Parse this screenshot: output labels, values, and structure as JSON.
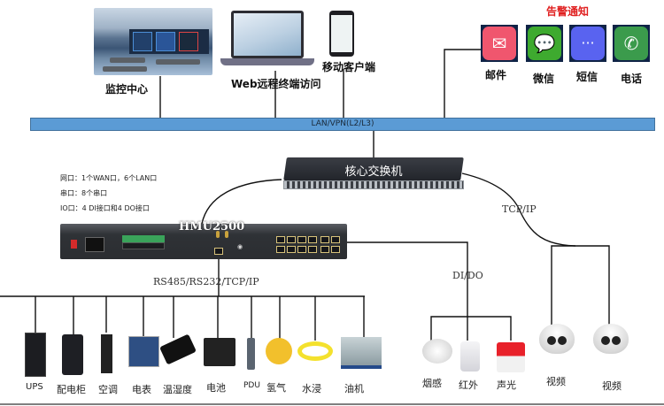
{
  "top": {
    "monitoring_center": "监控中心",
    "web_remote_access": "Web远程终端访问",
    "mobile_client": "移动客户端"
  },
  "alerts": {
    "title": "告警通知",
    "items": [
      {
        "label": "邮件",
        "icon": "mail-icon",
        "color": "#f0566e"
      },
      {
        "label": "微信",
        "icon": "wechat-icon",
        "color": "#3eaa2f"
      },
      {
        "label": "短信",
        "icon": "sms-icon",
        "color": "#5963f0"
      },
      {
        "label": "电话",
        "icon": "phone-icon",
        "color": "#3b9b4c"
      }
    ]
  },
  "network": {
    "lan_label": "LAN/VPN(L2/L3)",
    "core_switch": "核心交换机",
    "tcpip_label": "TCP/IP",
    "dido_label": "DI/DO",
    "bus_label": "RS485/RS232/TCP/IP"
  },
  "hmu": {
    "model": "HMU2500",
    "specs": [
      "网口：1个WAN口，6个LAN口",
      "串口：8个串口",
      "IO口：4 DI接口和4 DO接口"
    ]
  },
  "field_devices": [
    {
      "label": "UPS"
    },
    {
      "label": "配电柜"
    },
    {
      "label": "空调"
    },
    {
      "label": "电表"
    },
    {
      "label": "温湿度"
    },
    {
      "label": "电池"
    },
    {
      "label": "PDU"
    },
    {
      "label": "氢气"
    },
    {
      "label": "水浸"
    },
    {
      "label": "油机"
    }
  ],
  "io_devices": [
    {
      "label": "烟感"
    },
    {
      "label": "红外"
    },
    {
      "label": "声光"
    }
  ],
  "video_devices": [
    {
      "label": "视频"
    },
    {
      "label": "视频"
    }
  ]
}
